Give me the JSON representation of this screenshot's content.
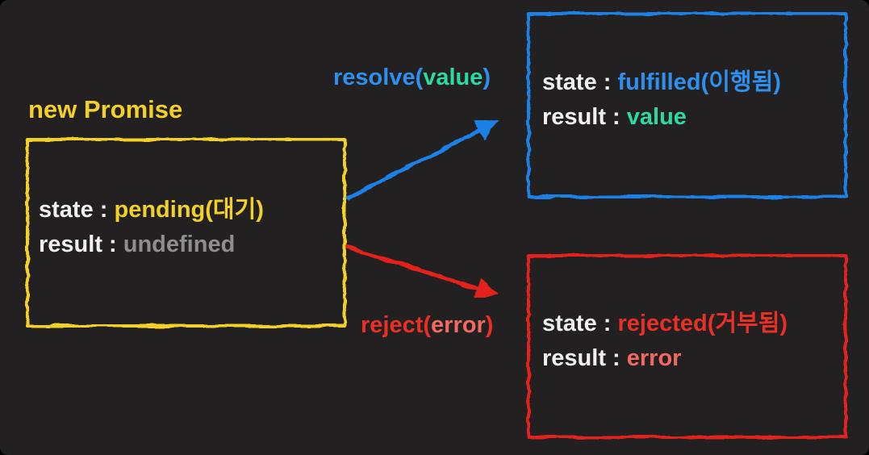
{
  "colors": {
    "background": "#222020",
    "yellow": "#f2d028",
    "blue": "#1f81e6",
    "blue_text": "#2e90ee",
    "teal": "#2ed8a3",
    "red": "#e3231a",
    "red_text": "#ea2f24",
    "salmon": "#ef6a63",
    "white": "#f1f0f0",
    "gray": "#8e8e8e"
  },
  "title": "new Promise",
  "pending_box": {
    "state_label": "state : ",
    "state_value": "pending(대기)",
    "result_label": "result : ",
    "result_value": "undefined"
  },
  "fulfilled_box": {
    "state_label": "state : ",
    "state_value": "fulfilled(이행됨)",
    "result_label": "result : ",
    "result_value": "value"
  },
  "rejected_box": {
    "state_label": "state : ",
    "state_value": "rejected(거부됨)",
    "result_label": "result : ",
    "result_value": "error"
  },
  "resolve_arrow": {
    "label_open": "resolve(",
    "label_arg": "value",
    "label_close": ")"
  },
  "reject_arrow": {
    "label_open": "reject(",
    "label_arg": "error",
    "label_close": ")"
  }
}
